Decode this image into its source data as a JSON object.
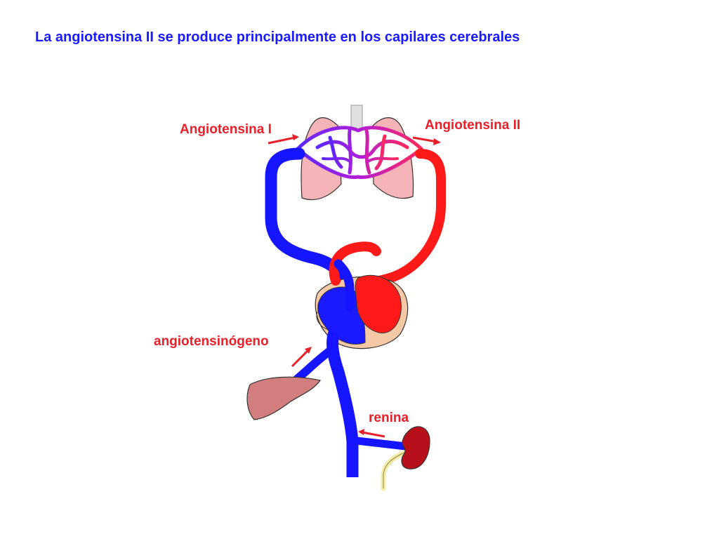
{
  "title": "La angiotensina II se produce principalmente en los capilares cerebrales",
  "labels": {
    "angiotensin_1": "Angiotensina I",
    "angiotensin_2": "Angiotensina II",
    "angiotensinogen": "angiotensinógeno",
    "renin": "renina"
  },
  "colors": {
    "title": "#1a1aff",
    "label": "#e8202a",
    "venous": "#1515ff",
    "arterial": "#ff1a1a",
    "capillary": "#b020d0",
    "lung": "#f5b4b8",
    "liver": "#d27e7e",
    "kidney": "#b8101a",
    "heart_outline": "#f6c9a6"
  },
  "icons": [
    "lungs-icon",
    "heart-icon",
    "liver-icon",
    "kidney-icon",
    "trachea-icon",
    "ureter-icon"
  ]
}
